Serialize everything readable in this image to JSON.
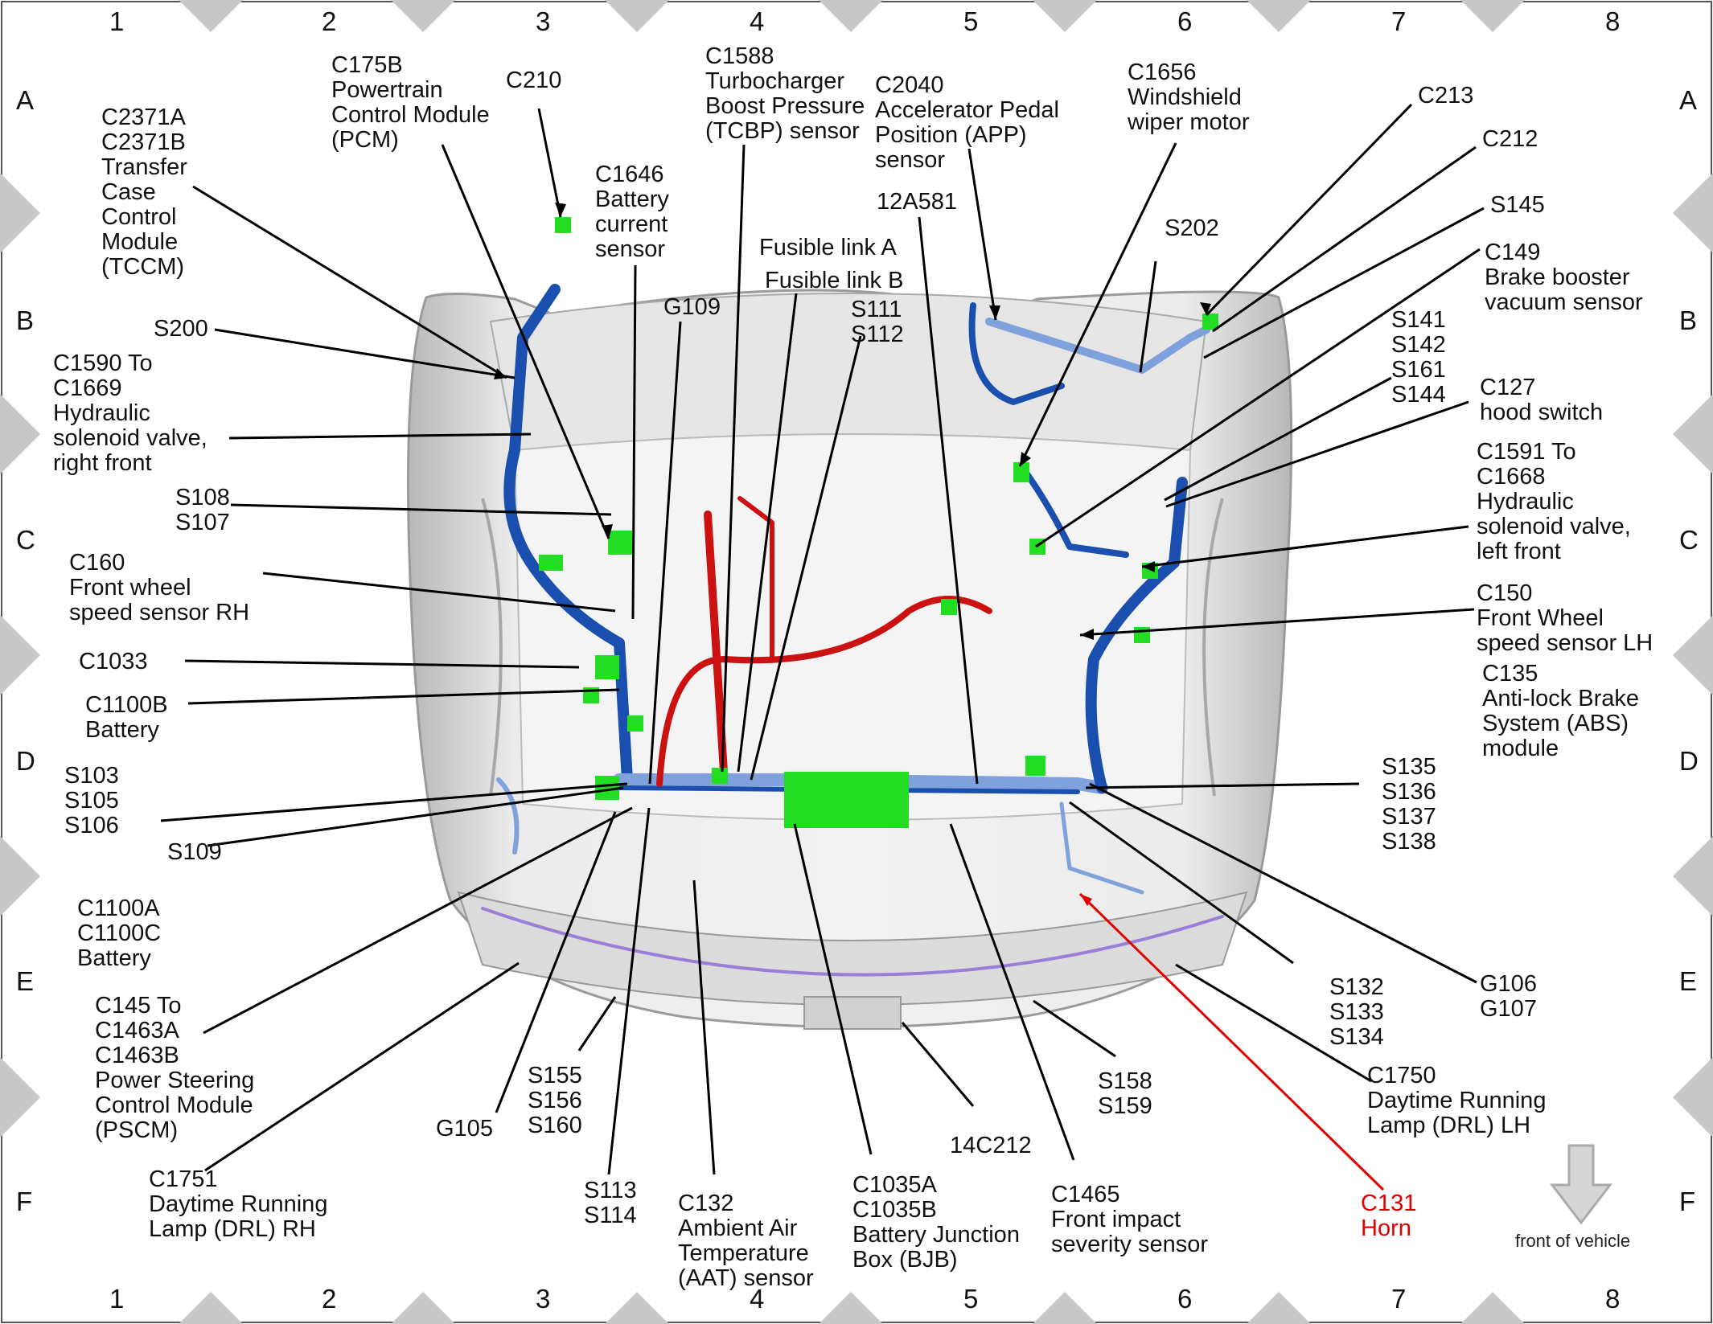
{
  "grid": {
    "columns": [
      "1",
      "2",
      "3",
      "4",
      "5",
      "6",
      "7",
      "8"
    ],
    "rows": [
      "A",
      "B",
      "C",
      "D",
      "E",
      "F"
    ]
  },
  "labels": [
    {
      "id": "c2371",
      "text": "C2371A\nC2371B\nTransfer\nCase\nControl\nModule\n(TCCM)"
    },
    {
      "id": "c175b",
      "text": "C175B\nPowertrain\nControl Module\n(PCM)"
    },
    {
      "id": "c210",
      "text": "C210"
    },
    {
      "id": "c1588",
      "text": "C1588\nTurbocharger\nBoost Pressure\n(TCBP) sensor"
    },
    {
      "id": "c2040",
      "text": "C2040\nAccelerator Pedal\nPosition (APP)\nsensor"
    },
    {
      "id": "c1656",
      "text": "C1656\nWindshield\nwiper motor"
    },
    {
      "id": "c213",
      "text": "C213"
    },
    {
      "id": "c212",
      "text": "C212"
    },
    {
      "id": "c1646",
      "text": "C1646\nBattery\ncurrent\nsensor"
    },
    {
      "id": "12a581",
      "text": "12A581"
    },
    {
      "id": "s145",
      "text": "S145"
    },
    {
      "id": "s202",
      "text": "S202"
    },
    {
      "id": "c149",
      "text": "C149\nBrake booster\nvacuum sensor"
    },
    {
      "id": "fla",
      "text": "Fusible link A"
    },
    {
      "id": "flb",
      "text": "Fusible link B"
    },
    {
      "id": "s111",
      "text": "S111\nS112"
    },
    {
      "id": "g109",
      "text": "G109"
    },
    {
      "id": "s200",
      "text": "S200"
    },
    {
      "id": "c1590",
      "text": "C1590 To\nC1669\nHydraulic\nsolenoid valve,\nright front"
    },
    {
      "id": "s141",
      "text": "S141\nS142\nS161\nS144"
    },
    {
      "id": "c127",
      "text": "C127\nhood switch"
    },
    {
      "id": "s108",
      "text": "S108\nS107"
    },
    {
      "id": "c1591",
      "text": "C1591 To\nC1668\nHydraulic\nsolenoid valve,\nleft front"
    },
    {
      "id": "c160",
      "text": "C160\nFront wheel\nspeed sensor RH"
    },
    {
      "id": "c150",
      "text": "C150\nFront Wheel\nspeed sensor LH"
    },
    {
      "id": "c1033",
      "text": "C1033"
    },
    {
      "id": "c135",
      "text": "C135\nAnti-lock Brake\nSystem (ABS)\nmodule"
    },
    {
      "id": "c1100b",
      "text": "C1100B\nBattery"
    },
    {
      "id": "s103",
      "text": "S103\nS105\nS106"
    },
    {
      "id": "s135",
      "text": "S135\nS136\nS137\nS138"
    },
    {
      "id": "s109",
      "text": "S109"
    },
    {
      "id": "c1100a",
      "text": "C1100A\nC1100C\nBattery"
    },
    {
      "id": "s132",
      "text": "S132\nS133\nS134"
    },
    {
      "id": "g106",
      "text": "G106\nG107"
    },
    {
      "id": "c145",
      "text": "C145 To\nC1463A\nC1463B\nPower Steering\nControl Module\n(PSCM)"
    },
    {
      "id": "s155",
      "text": "S155\nS156\nS160"
    },
    {
      "id": "g105",
      "text": "G105"
    },
    {
      "id": "s158",
      "text": "S158\nS159"
    },
    {
      "id": "c1750",
      "text": "C1750\nDaytime Running\nLamp (DRL) LH"
    },
    {
      "id": "14c212",
      "text": "14C212"
    },
    {
      "id": "c1751",
      "text": "C1751\nDaytime Running\nLamp (DRL) RH"
    },
    {
      "id": "s113",
      "text": "S113\nS114"
    },
    {
      "id": "c132",
      "text": "C132\nAmbient Air\nTemperature\n(AAT) sensor"
    },
    {
      "id": "c1035",
      "text": "C1035A\nC1035B\nBattery Junction\nBox (BJB)"
    },
    {
      "id": "c1465",
      "text": "C1465\nFront impact\nseverity sensor"
    },
    {
      "id": "c131",
      "text": "C131\nHorn",
      "highlight": "#e00000"
    }
  ],
  "legend": {
    "arrow_caption": "front of vehicle"
  },
  "colors": {
    "harness_blue": "#1a4fb0",
    "harness_light": "#7fa2dd",
    "power_red": "#cc1111",
    "connector_green": "#22dd22",
    "highlight": "#e00000",
    "body_gray": "#d9d9d9"
  }
}
